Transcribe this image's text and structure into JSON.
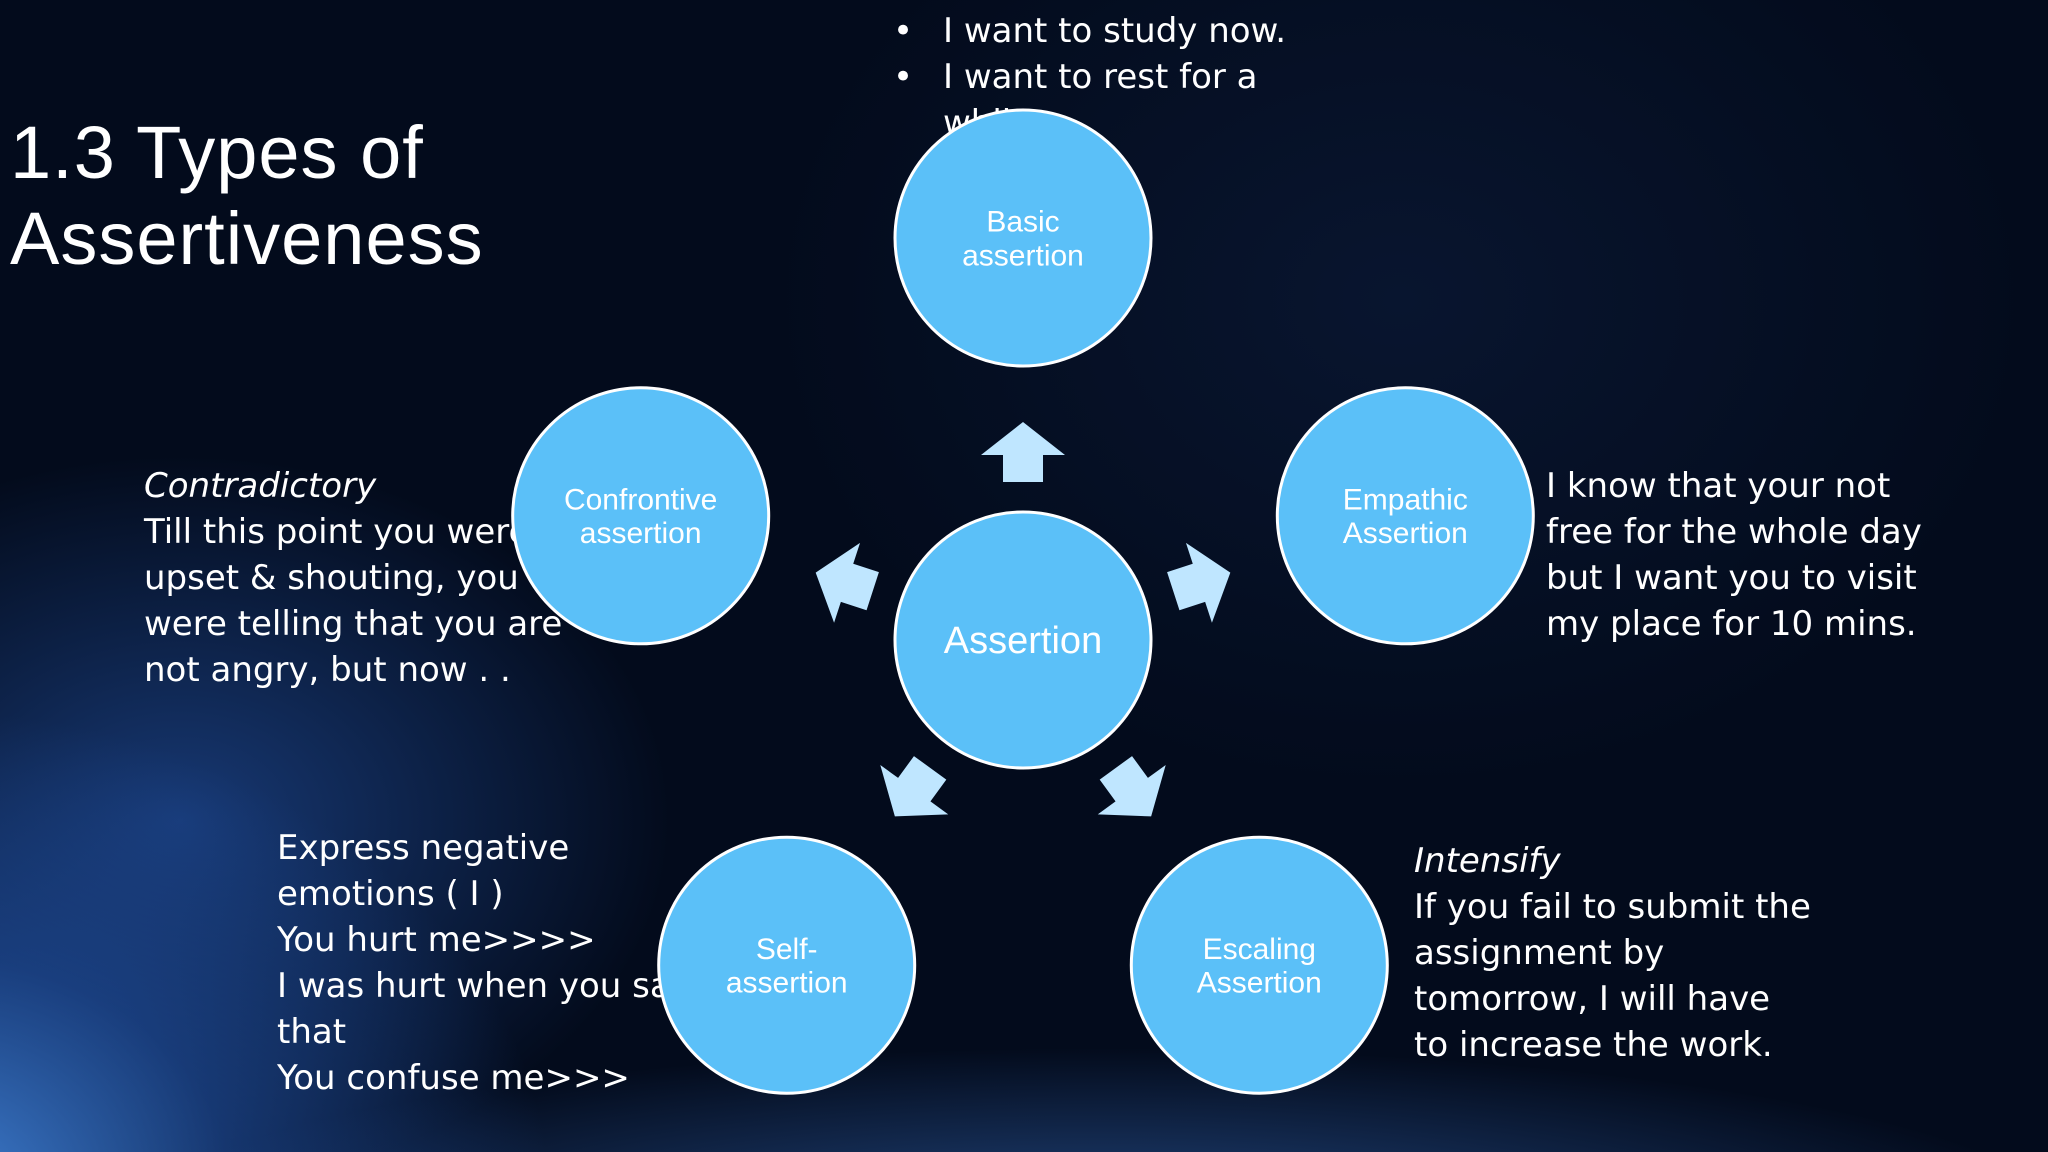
{
  "title": {
    "line1": "1.3 Types of",
    "line2": "Assertiveness"
  },
  "diagram": {
    "center_label": "Assertion",
    "colors": {
      "circle_fill": "#5bc0f8",
      "circle_stroke": "#ffffff",
      "arrow_fill": "#bfe6ff"
    },
    "nodes": [
      {
        "id": "basic",
        "lines": [
          "Basic",
          "assertion"
        ]
      },
      {
        "id": "empathic",
        "lines": [
          "Empathic",
          "Assertion"
        ]
      },
      {
        "id": "escaling",
        "lines": [
          "Escaling",
          "Assertion"
        ]
      },
      {
        "id": "self",
        "lines": [
          "Self-",
          "assertion"
        ]
      },
      {
        "id": "confrontive",
        "lines": [
          "Confrontive",
          "assertion"
        ]
      }
    ]
  },
  "basic_examples": [
    "I want to study now.",
    "I want to rest for a",
    "while."
  ],
  "confrontive_text": {
    "heading": "Contradictory",
    "lines": [
      "Till this point you were",
      "upset & shouting, you",
      "were telling that you are",
      "not angry, but now . ."
    ]
  },
  "empathic_text": {
    "lines": [
      "I know that your not",
      "free for the whole day",
      "but I want you to visit",
      "my place for 10 mins."
    ]
  },
  "self_text": {
    "lines": [
      "Express negative",
      "emotions ( I )",
      "You hurt me>>>>",
      "I was hurt when you said",
      "that",
      "You confuse me>>>"
    ]
  },
  "escaling_text": {
    "heading": "Intensify",
    "lines": [
      "If you fail to submit the",
      "assignment by",
      "tomorrow, I  will have",
      "to increase the work."
    ]
  }
}
